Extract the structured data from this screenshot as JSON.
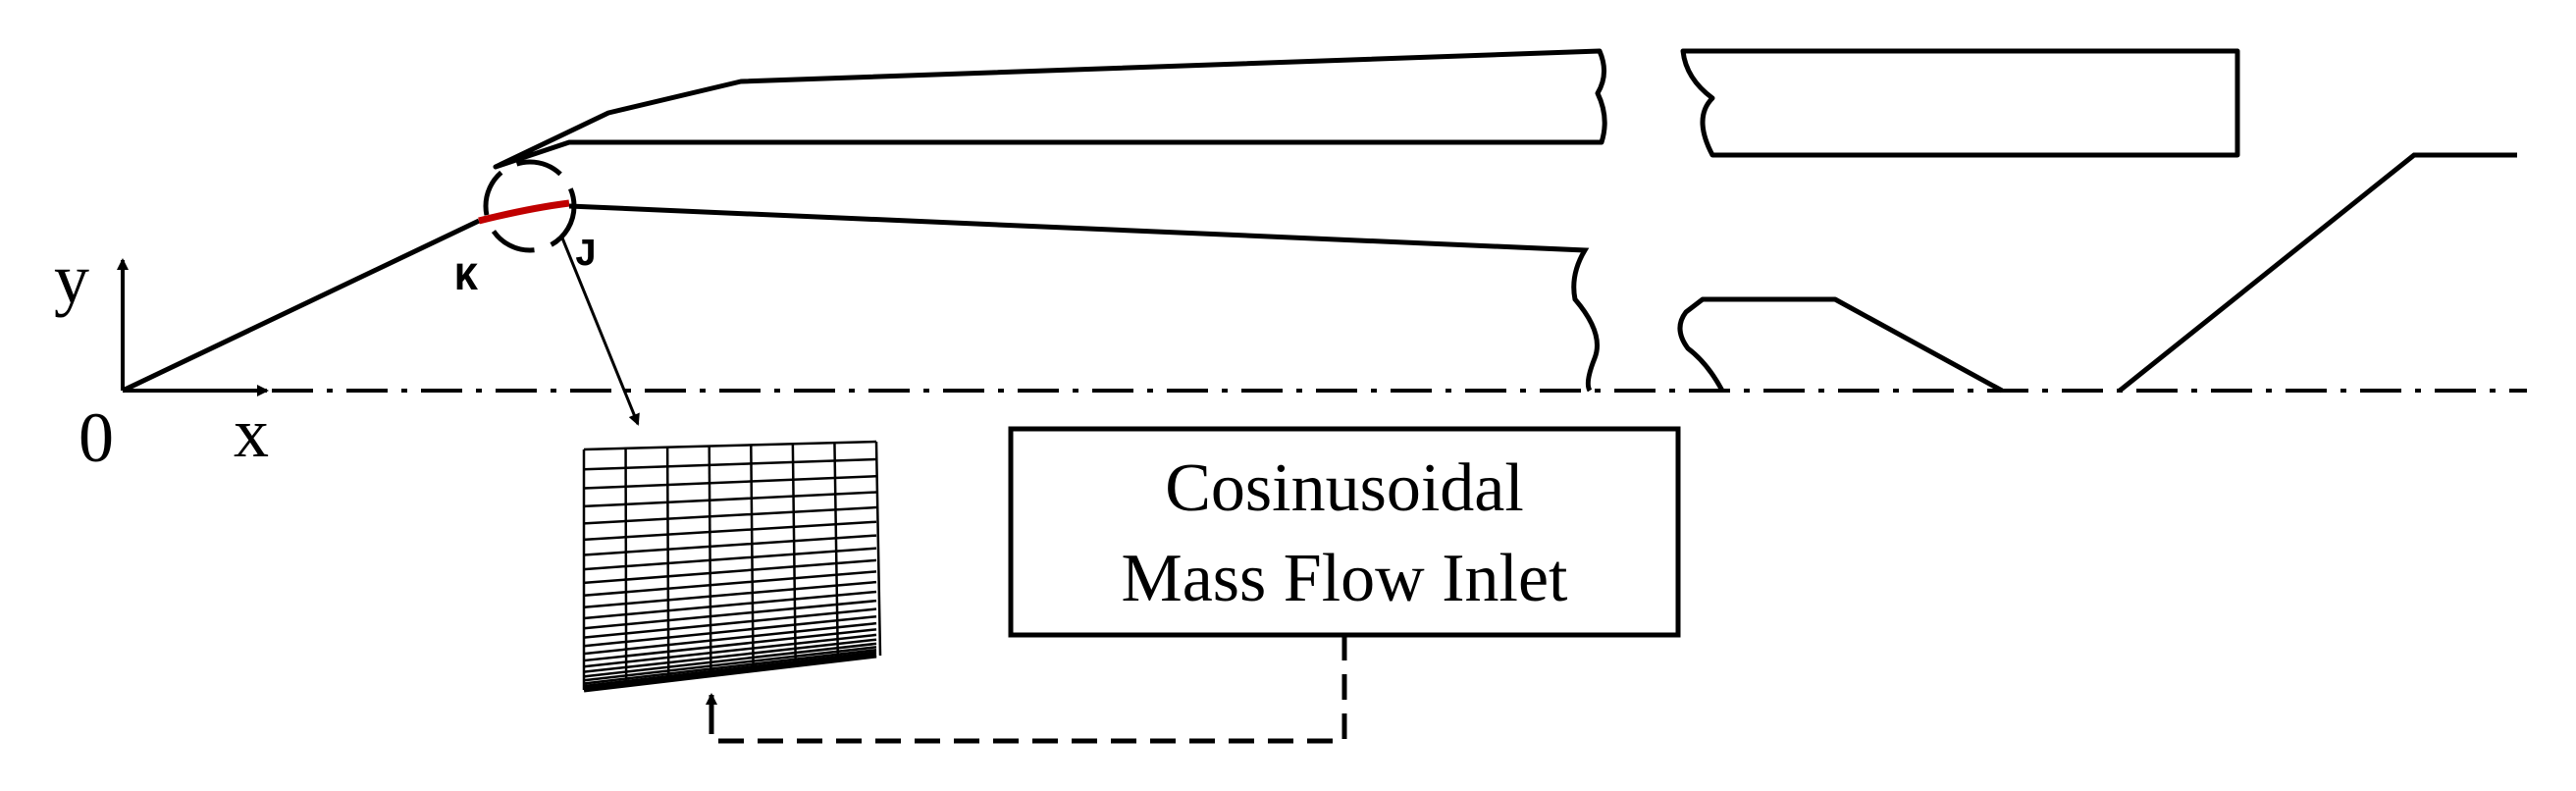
{
  "labels": {
    "axis_y": "y",
    "axis_x": "x",
    "origin": "0",
    "point_k": "K",
    "point_j": "J"
  },
  "boundary_box": {
    "line1": "Cosinusoidal",
    "line2": "Mass Flow Inlet"
  },
  "colors": {
    "ink": "#000000",
    "highlight": "#c00000",
    "background": "#ffffff"
  }
}
